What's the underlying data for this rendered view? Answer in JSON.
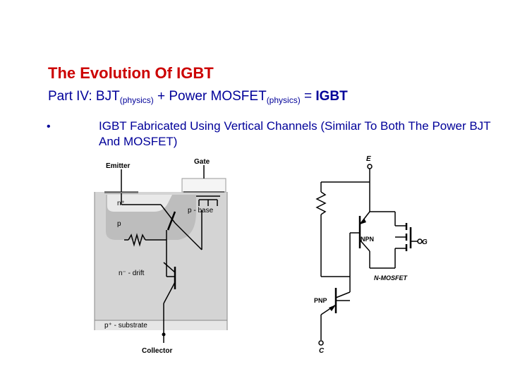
{
  "slide": {
    "title": "The Evolution Of IGBT",
    "subtitle": {
      "prefix": "Part IV: BJT",
      "sub1": "(physics)",
      "middle": " + Power MOSFET",
      "sub2": "(physics)",
      "equals": " = ",
      "result": "IGBT"
    },
    "bullet": {
      "marker": "•",
      "text": "IGBT Fabricated Using Vertical Channels (Similar To Both The Power BJT And MOSFET)"
    }
  },
  "cross_section": {
    "emitter": "Emitter",
    "gate": "Gate",
    "n_plus": "n⁺",
    "p_base": "p - base",
    "p": "p",
    "n_drift": "n⁻ - drift",
    "p_substrate": "p⁺ - substrate",
    "collector": "Collector"
  },
  "equivalent_circuit": {
    "e": "E",
    "npn": "NPN",
    "g": "G",
    "n_mosfet": "N-MOSFET",
    "pnp": "PNP",
    "c": "C"
  }
}
